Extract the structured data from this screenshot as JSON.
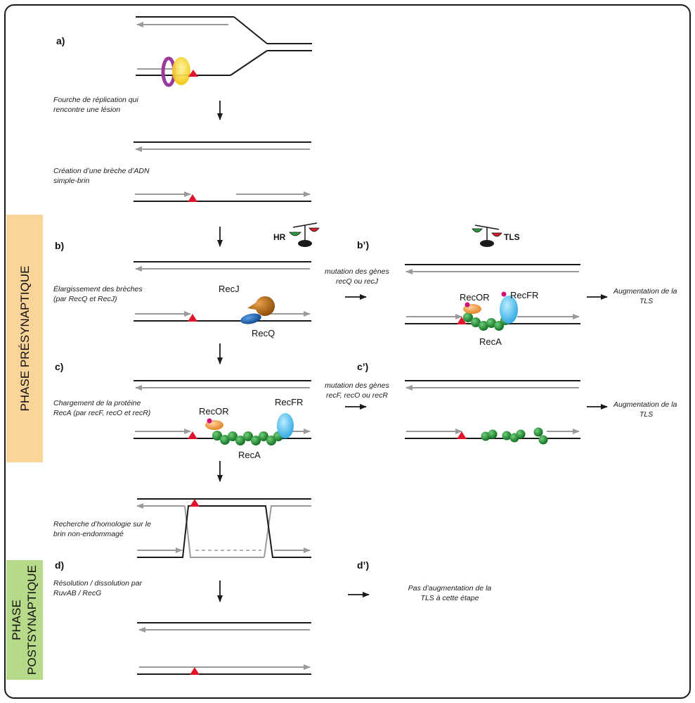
{
  "steps": {
    "a": "a)",
    "b": "b)",
    "b_prime": "b’)",
    "c": "c)",
    "c_prime": "c’)",
    "d": "d)",
    "d_prime": "d’)"
  },
  "phases": {
    "pre": "PHASE PRÉSYNAPTIQUE",
    "post_line1": "PHASE",
    "post_line2": "POSTSYNAPTIQUE",
    "pre_color": "#fbd49a",
    "post_color": "#b6d98a"
  },
  "balance": {
    "hr": "HR",
    "tls": "TLS"
  },
  "labels": {
    "a_line1": "Fourche de réplication qui",
    "a_line2": "rencontre une lésion",
    "gap_line1": "Création d’une brèche d’ADN",
    "gap_line2": "simple-brin",
    "b_line1": "Élargissement des brèches",
    "b_line2": "(par RecQ et RecJ)",
    "c_line1": "Chargement de la protéine",
    "c_line2": "RecA (par recF, recO et recR)",
    "homology_line1": "Recherche d’homologie sur le",
    "homology_line2": "brin non-endommagé",
    "d_line1": "Résolution / dissolution par",
    "d_line2": "RuvAB / RecG",
    "mut_b_line1": "mutation des gènes",
    "mut_b_line2": "recQ ou recJ",
    "mut_c_line1": "mutation des gènes",
    "mut_c_line2": "recF, recO ou recR",
    "tls_b_line1": "Augmentation de la",
    "tls_b_line2": "TLS",
    "tls_c_line1": "Augmentation de la",
    "tls_c_line2": "TLS",
    "tls_d_line1": "Pas d’augmentation de la",
    "tls_d_line2": "TLS à cette étape"
  },
  "proteins": {
    "recj": "RecJ",
    "recq": "RecQ",
    "recor": "RecOR",
    "recfr": "RecFR",
    "reca": "RecA",
    "recor_2": "RecOR",
    "recfr_2": "RecFR",
    "reca_2": "RecA"
  },
  "colors": {
    "strand": "#1a1a1a",
    "nascent": "#9a9a9a",
    "lesion": "#e0142b",
    "reca": "#1f8a2e",
    "recfr": "#5cc8f0",
    "recor": "#f0a04a",
    "recj": "#c06a10",
    "recq": "#1d5fb0",
    "clamp": "#f7d020",
    "ring": "#9a3a9a"
  }
}
